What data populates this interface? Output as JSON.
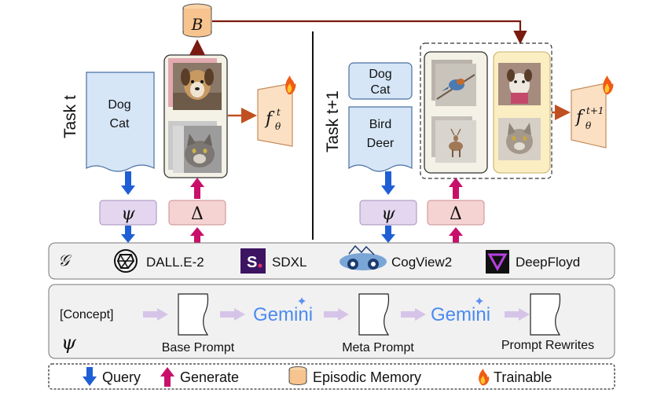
{
  "task_left": {
    "label": "Task t",
    "concepts": [
      "Dog",
      "Cat"
    ],
    "model_label": "f",
    "model_sub": "θ",
    "model_sup": "t"
  },
  "task_right": {
    "label": "Task t+1",
    "concepts_old": [
      "Dog",
      "Cat"
    ],
    "concepts_new": [
      "Bird",
      "Deer"
    ],
    "model_label": "f",
    "model_sub": "θ",
    "model_sup": "t+1"
  },
  "memory": {
    "label": "B"
  },
  "operators": {
    "psi": "ψ",
    "delta": "Δ"
  },
  "generators": {
    "label": "𝒢",
    "items": [
      {
        "name": "DALL.E-2",
        "icon": "openai-icon"
      },
      {
        "name": "SDXL",
        "icon": "sdxl-icon"
      },
      {
        "name": "CogView2",
        "icon": "cogview-icon"
      },
      {
        "name": "DeepFloyd",
        "icon": "deepfloyd-icon"
      }
    ]
  },
  "pipeline": {
    "psi": "ψ",
    "concept": "[Concept]",
    "llm": "Gemini",
    "steps": [
      "Base Prompt",
      "Meta Prompt",
      "Prompt Rewrites"
    ]
  },
  "legend": {
    "query": "Query",
    "generate": "Generate",
    "memory": "Episodic Memory",
    "trainable": "Trainable"
  },
  "colors": {
    "query_arrow": "#1f5fd6",
    "generate_arrow": "#c8106a",
    "memory_arrow": "#7a1a10",
    "model_arrow": "#c0501f",
    "concept_box": "#d6e6f7",
    "psi_box": "#e3d6ee",
    "delta_box": "#f6d3d3",
    "model_box": "#fbe0c4",
    "memory_fill": "#f7c48f",
    "panel_bg": "#f1f1f1",
    "pipe_arrow": "#d6c4e8"
  }
}
